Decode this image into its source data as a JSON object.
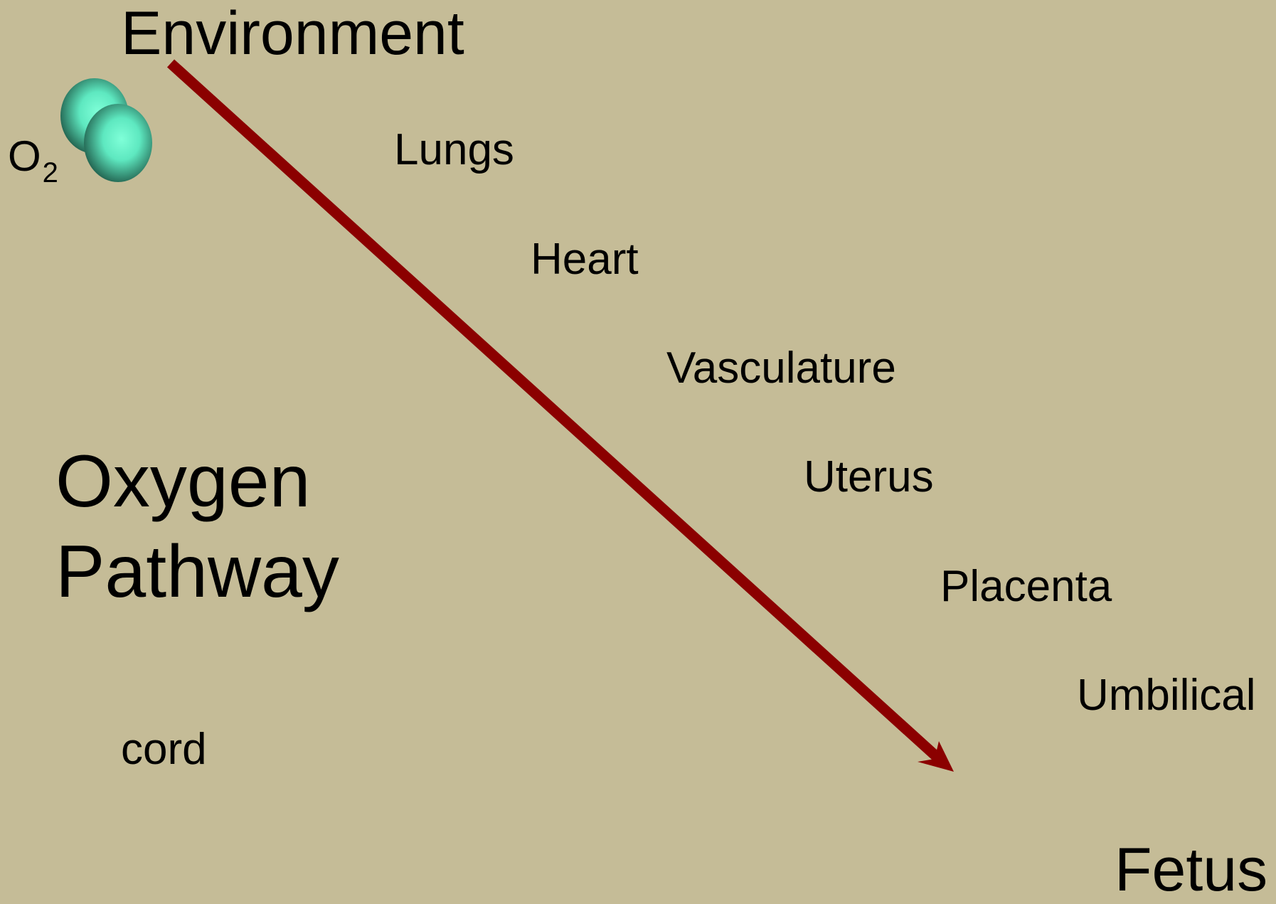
{
  "diagram": {
    "title": {
      "line1": "Oxygen",
      "line2": "Pathway"
    },
    "start_label": "Environment",
    "end_label": "Fetus",
    "steps": [
      "Lungs",
      "Heart",
      "Vasculature",
      "Uterus",
      "Placenta",
      "Umbilical",
      "cord"
    ],
    "molecule": {
      "label": "O",
      "subscript": "2",
      "icon": "oxygen-molecule-icon"
    },
    "colors": {
      "background": "#c5bc97",
      "arrow": "#8b0000",
      "molecule": "#5ee8c0",
      "text": "#000000"
    }
  }
}
